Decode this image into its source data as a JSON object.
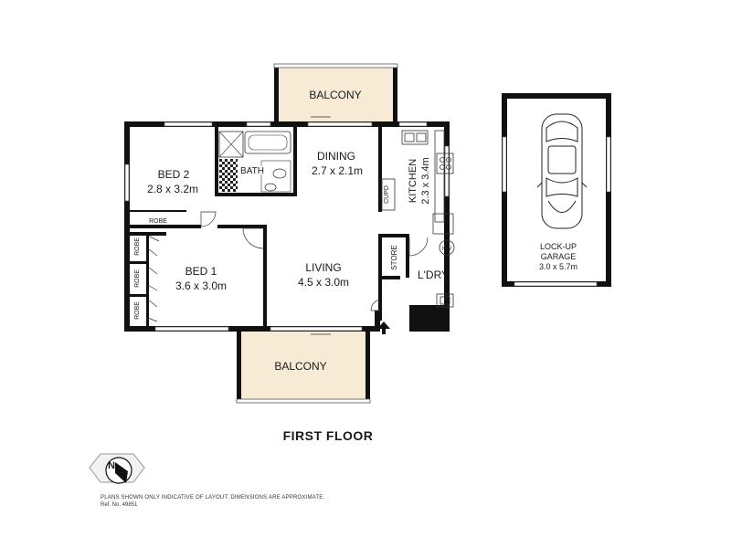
{
  "floor_title": "FIRST FLOOR",
  "rooms": {
    "balcony_top": "BALCONY",
    "balcony_bottom": "BALCONY",
    "bed2_name": "BED 2",
    "bed2_size": "2.8 x 3.2m",
    "bath": "BATH",
    "dining_name": "DINING",
    "dining_size": "2.7 x 2.1m",
    "kitchen_name": "KITCHEN",
    "kitchen_size": "2.3 x 3.4m",
    "cupd": "CUPD",
    "robe_bed2": "ROBE",
    "robe_1": "ROBE",
    "robe_2": "ROBE",
    "robe_3": "ROBE",
    "bed1_name": "BED 1",
    "bed1_size": "3.6 x 3.0m",
    "living_name": "LIVING",
    "living_size": "4.5 x 3.0m",
    "store": "STORE",
    "hw": "HW",
    "laundry": "L'DRY",
    "garage_line1": "LOCK-UP",
    "garage_line2": "GARAGE",
    "garage_size": "3.0 x 5.7m"
  },
  "compass_letter": "N",
  "disclaimer": "PLANS SHOWN ONLY INDICATIVE OF LAYOUT.  DIMENSIONS ARE APPROXIMATE.",
  "ref_no": "Ref. No. 49851",
  "colors": {
    "wall": "#111111",
    "balcony_fill": "#f7ebd6",
    "window": "#ffffff",
    "tile": "#222222"
  }
}
